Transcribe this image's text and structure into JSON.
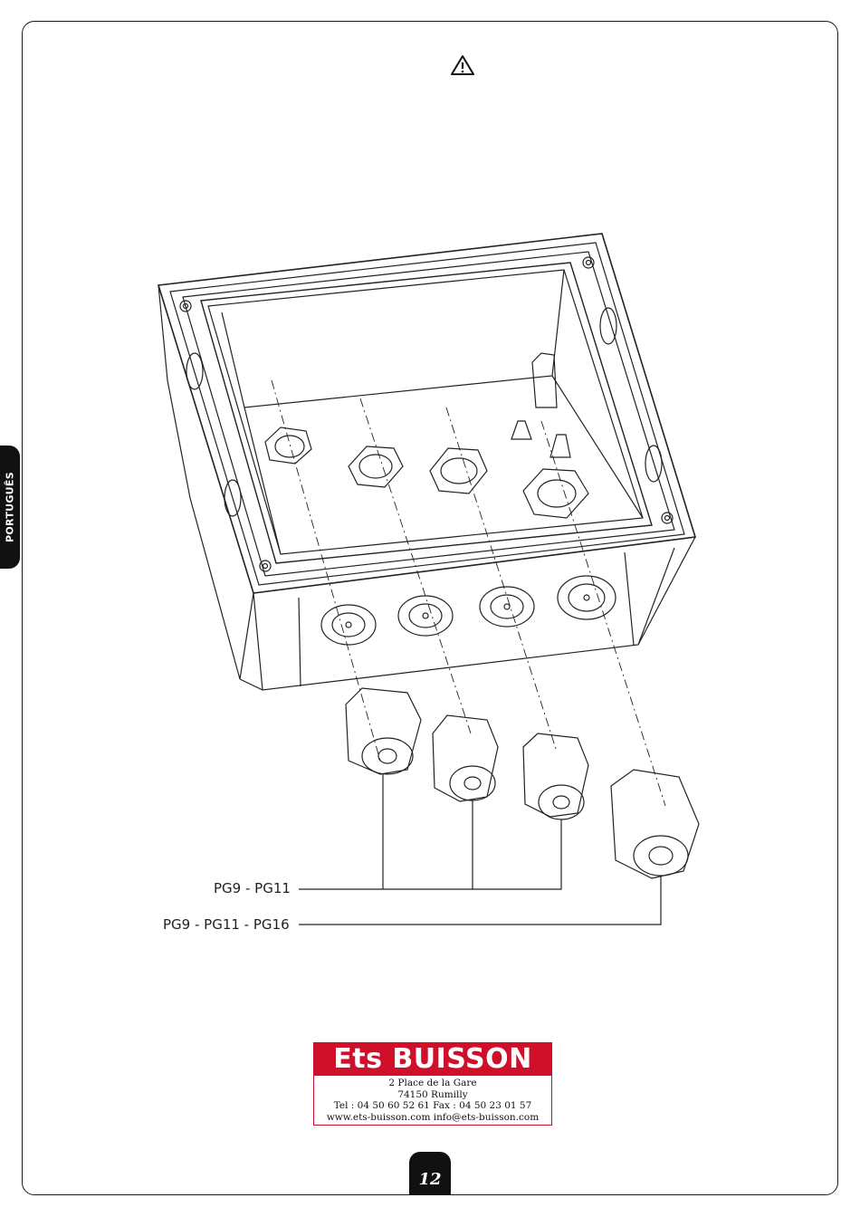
{
  "side_tab": {
    "label": "PORTUGUÊS"
  },
  "icons": {
    "warning": "warning-triangle-icon"
  },
  "labels": {
    "short_range": "PG9 - PG11",
    "long_range": "PG9 - PG11 - PG16"
  },
  "logo": {
    "name": "Ets BUISSON",
    "address_line1": "2 Place de la Gare",
    "address_line2": "74150 Rumilly",
    "phone_fax": "Tel : 04 50 60 52 61  Fax : 04 50 23 01 57",
    "web_email": "www.ets-buisson.com   info@ets-buisson.com",
    "color_brand": "#d0102a"
  },
  "page": {
    "number": "12"
  }
}
